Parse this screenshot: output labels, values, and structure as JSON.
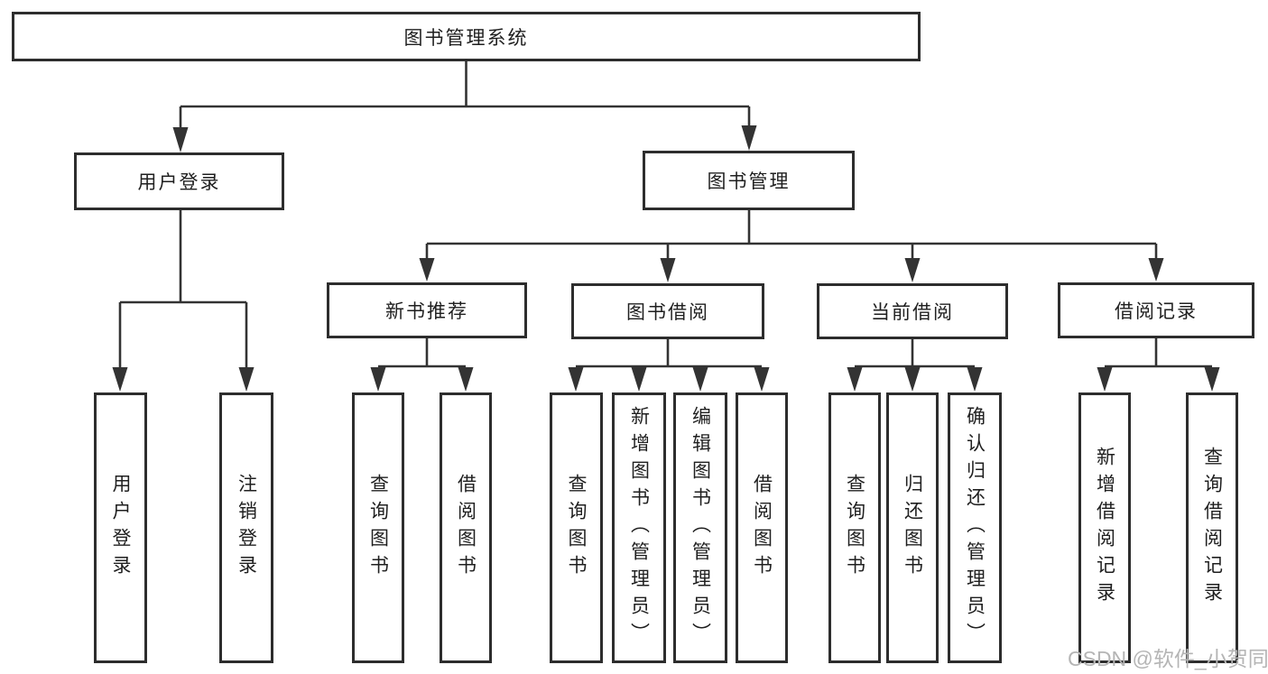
{
  "colors": {
    "line": "#333333",
    "box_border": "#2d2d2d",
    "box_fill": "#ffffff",
    "text": "#1f1f1f",
    "watermark": "#b5b5b5",
    "background": "#ffffff"
  },
  "tree": {
    "label": "图书管理系统",
    "children": [
      {
        "label": "用户登录",
        "children": [
          {
            "label": "用户登录"
          },
          {
            "label": "注销登录"
          }
        ]
      },
      {
        "label": "图书管理",
        "children": [
          {
            "label": "新书推荐",
            "children": [
              {
                "label": "查询图书"
              },
              {
                "label": "借阅图书"
              }
            ]
          },
          {
            "label": "图书借阅",
            "children": [
              {
                "label": "查询图书"
              },
              {
                "label": "新增图书（管理员）"
              },
              {
                "label": "编辑图书（管理员）"
              },
              {
                "label": "借阅图书"
              }
            ]
          },
          {
            "label": "当前借阅",
            "children": [
              {
                "label": "查询图书"
              },
              {
                "label": "归还图书"
              },
              {
                "label": "确认归还（管理员）"
              }
            ]
          },
          {
            "label": "借阅记录",
            "children": [
              {
                "label": "新增借阅记录"
              },
              {
                "label": "查询借阅记录"
              }
            ]
          }
        ]
      }
    ]
  },
  "watermark": {
    "text": "CSDN @软件_小贺同学"
  }
}
